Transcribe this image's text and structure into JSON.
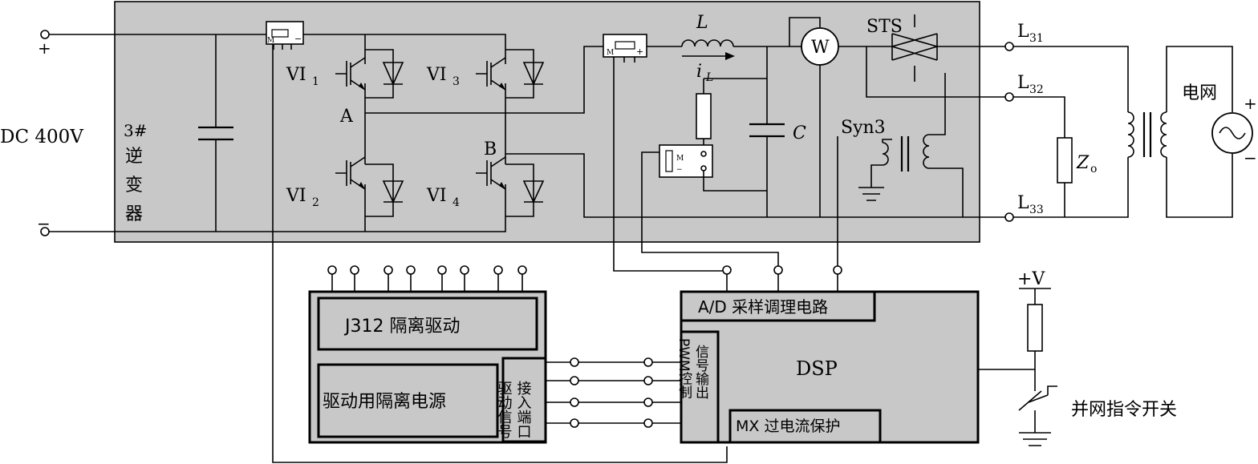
{
  "input": {
    "plus": "+",
    "minus": "−",
    "dc_label": "DC 400V"
  },
  "inverter": {
    "name_line1": "3#",
    "name_chars": [
      "逆",
      "变",
      "器"
    ],
    "igbt": [
      {
        "main": "VI",
        "sub": "1"
      },
      {
        "main": "VI",
        "sub": "3"
      },
      {
        "main": "VI",
        "sub": "2"
      },
      {
        "main": "VI",
        "sub": "4"
      }
    ],
    "node_a": "A",
    "node_b": "B",
    "inductor": "L",
    "current_main": "i",
    "current_sub": "L",
    "capacitor": "C",
    "wattmeter": "W",
    "sts": "STS",
    "sync": "Syn3",
    "sensor_m": "M",
    "sensor_minus": "−",
    "sensor_plus": "+"
  },
  "outputs": [
    {
      "main": "L",
      "sub": "31"
    },
    {
      "main": "L",
      "sub": "32"
    },
    {
      "main": "L",
      "sub": "33"
    }
  ],
  "load": {
    "main": "Z",
    "sub": "o"
  },
  "grid": {
    "label": "电网",
    "plus": "+",
    "minus": "−"
  },
  "driver_board": {
    "title": "J312 隔离驱动",
    "power": "驱动用隔离电源",
    "input_cols": [
      "驱动信号",
      "接入端口"
    ]
  },
  "dsp_board": {
    "adc": "A/D 采样调理电路",
    "dsp": "DSP",
    "pwm_cols": [
      "PWM控制",
      "信号输出"
    ],
    "protection": "MX 过电流保护"
  },
  "switch": {
    "supply": "+V",
    "label": "并网指令开关"
  }
}
